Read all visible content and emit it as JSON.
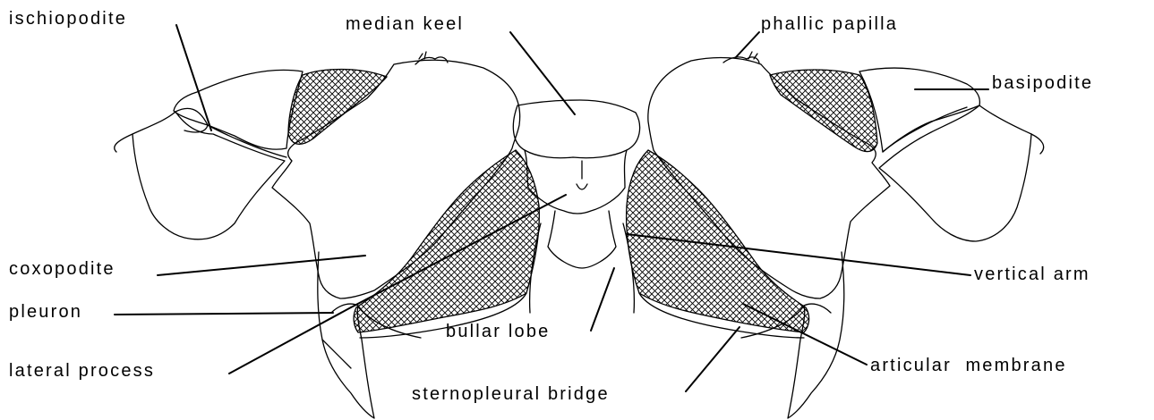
{
  "labels": {
    "ischiopodite": "ischiopodite",
    "median_keel": "median keel",
    "phallic_papilla": "phallic papilla",
    "basipodite": "basipodite",
    "coxopodite": "coxopodite",
    "vertical_arm": "vertical arm",
    "pleuron": "pleuron",
    "bullar_lobe": "bullar lobe",
    "articular_membrane": "articular  membrane",
    "lateral_process": "lateral process",
    "sternopleural_bridge": "sternopleural bridge"
  },
  "colors": {
    "ink": "#000000",
    "background": "#ffffff"
  }
}
